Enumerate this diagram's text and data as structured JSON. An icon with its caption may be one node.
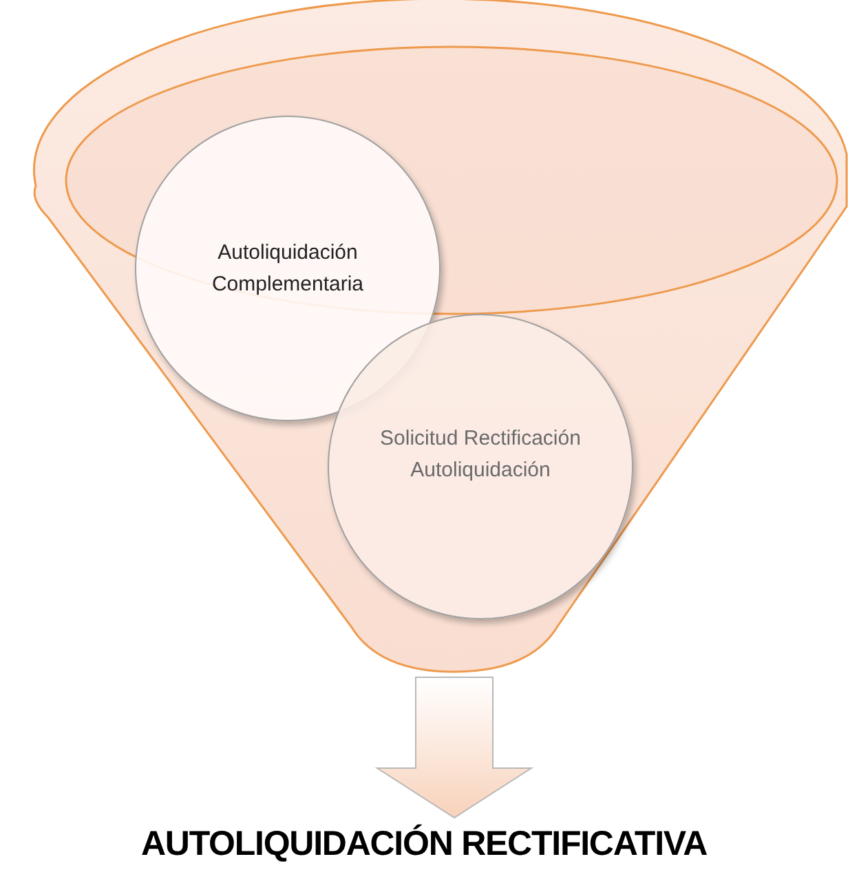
{
  "diagram": {
    "nodes": [
      {
        "text": [],
        "shape": "funnel"
      },
      {
        "text": [
          "Autoliquidación Complementaria"
        ],
        "in": 0
      },
      {
        "text": [
          "Solicitud Rectificación Autoliquidación"
        ],
        "in": 0
      },
      {
        "text": [
          "AUTOLIQUIDACIÓN RECTIFICATIVA"
        ]
      }
    ],
    "edges": [
      {
        "from": 0,
        "to": 3,
        "arrow": "to"
      }
    ]
  }
}
